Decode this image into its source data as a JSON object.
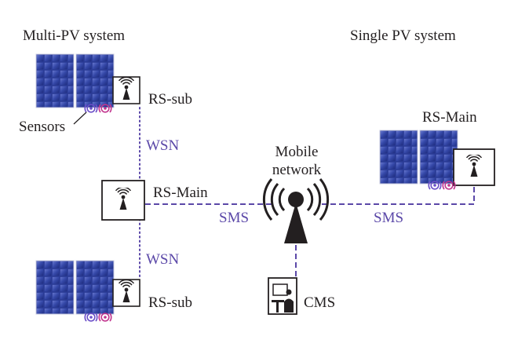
{
  "diagram": {
    "left_title": "Multi-PV system",
    "right_title": "Single PV system",
    "sensors_label": "Sensors",
    "top_rs_sub": "RS-sub",
    "bottom_rs_sub": "RS-sub",
    "rs_main_left": "RS-Main",
    "rs_main_right": "RS-Main",
    "wsn_top": "WSN",
    "wsn_bottom": "WSN",
    "sms_left": "SMS",
    "sms_right": "SMS",
    "mobile_label_line1": "Mobile",
    "mobile_label_line2": "network",
    "cms_label": "CMS"
  },
  "colors": {
    "link_purple": "#5b48a8",
    "text_dark": "#231f20",
    "panel_blue": "#2d3f9c",
    "sensor_purple": "#6b4fc8",
    "sensor_magenta": "#c2368f"
  },
  "icons": [
    "solar-panel-icon",
    "wireless-node-icon",
    "sensor-icon",
    "cell-tower-icon",
    "cms-workstation-icon"
  ]
}
